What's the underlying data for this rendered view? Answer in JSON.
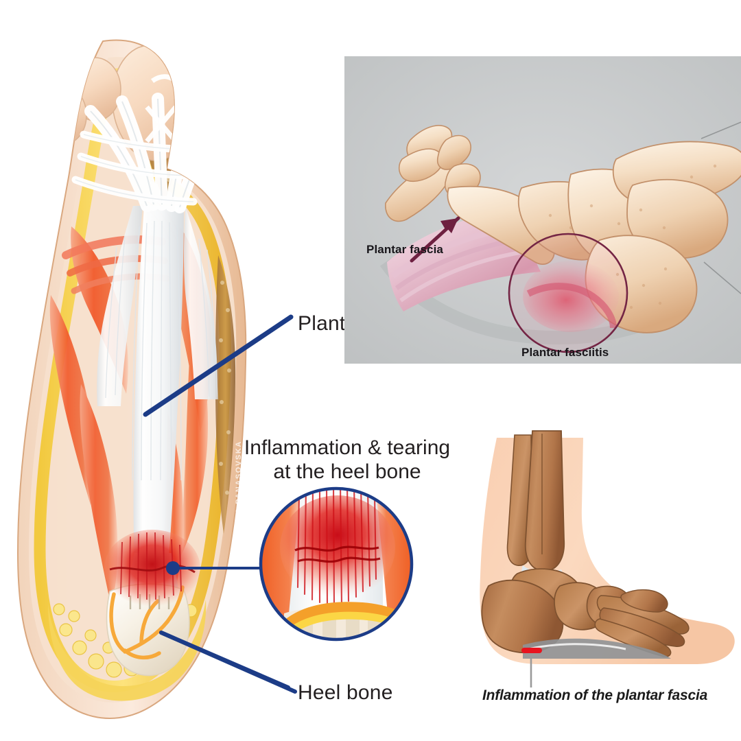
{
  "figure": {
    "subject": "Plantar fasciitis anatomical illustration",
    "background_color": "#ffffff",
    "leader_line_color": "#1c3c87",
    "accent_red": "#d4202b",
    "gray_panel_color": "#c9cbcc",
    "maroon_marker_color": "#6e2040"
  },
  "panels": {
    "plantar_view": {
      "name": "Plantar (bottom) view of foot, cut-away",
      "labels": {
        "fascia": "Plantar fascia",
        "inflammation_line1": "Inflammation & tearing",
        "inflammation_line2": "at the heel bone",
        "heel": "Heel bone"
      },
      "watermark": "© OLENA PANASOVSKA"
    },
    "lateral_bones": {
      "name": "Lateral view of foot skeleton on gray background",
      "labels": {
        "fascia": "Plantar fascia",
        "fasciitis": "Plantar fasciitis"
      }
    },
    "ankle_view": {
      "name": "Medial ankle and foot skeleton view",
      "caption": "Inflammation of the plantar fascia"
    }
  }
}
